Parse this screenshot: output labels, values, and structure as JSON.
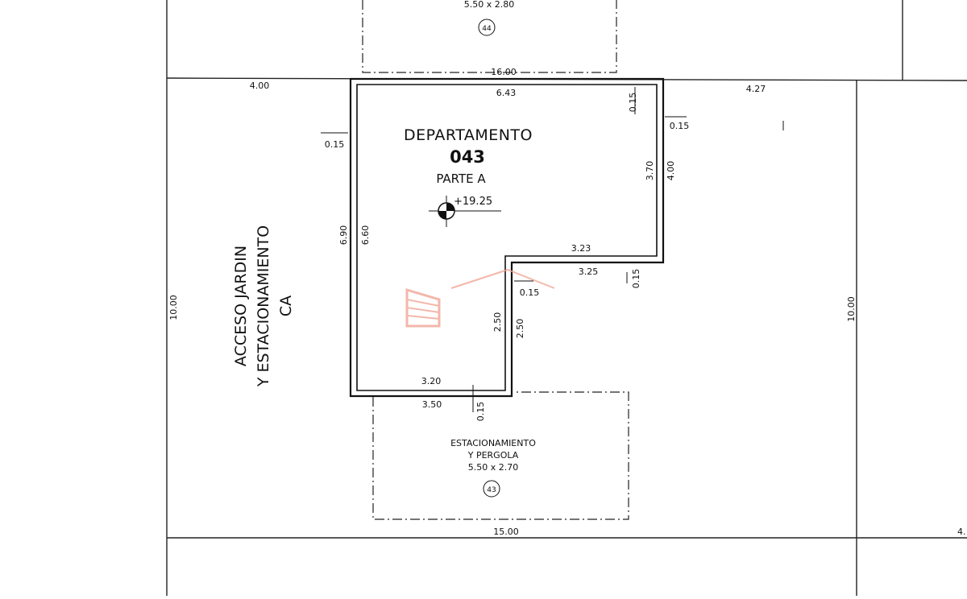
{
  "colors": {
    "line": "#111111",
    "watermark": "#f0a090",
    "background": "#ffffff"
  },
  "top_parking": {
    "size": "5.50  x  2.80",
    "number": "44"
  },
  "unit": {
    "title": "DEPARTAMENTO",
    "number": "043",
    "part": "PARTE  A",
    "level": "+19.25"
  },
  "access_label": {
    "line1": "ACCESO JARDIN",
    "line2": "Y ESTACIONAMIENTO",
    "line3": "CA"
  },
  "bottom_parking": {
    "line1": "ESTACIONAMIENTO",
    "line2": "Y  PERGOLA",
    "size": "5.50  x  2.70",
    "number": "43"
  },
  "dimensions": {
    "top_outer": "16.00",
    "top_inner": "6.43",
    "left_top": "4.00",
    "right_top": "4.27",
    "wall_left": "0.15",
    "wall_top_right": "0.15",
    "wall_right": "0.15",
    "right_inner_height": "3.70",
    "right_outer_height": "4.00",
    "step_inner": "3.23",
    "step_outer": "3.25",
    "step_wall": "0.15",
    "notch_wall": "0.15",
    "left_outer_height": "6.90",
    "left_inner_height": "6.60",
    "notch_inner_height": "2.50",
    "notch_outer_height": "2.50",
    "bottom_inner": "3.20",
    "bottom_outer": "3.50",
    "bottom_wall": "0.15",
    "left_lot": "10.00",
    "right_lot": "10.00",
    "bottom_lot": "15.00",
    "bottom_right_partial": "4."
  }
}
